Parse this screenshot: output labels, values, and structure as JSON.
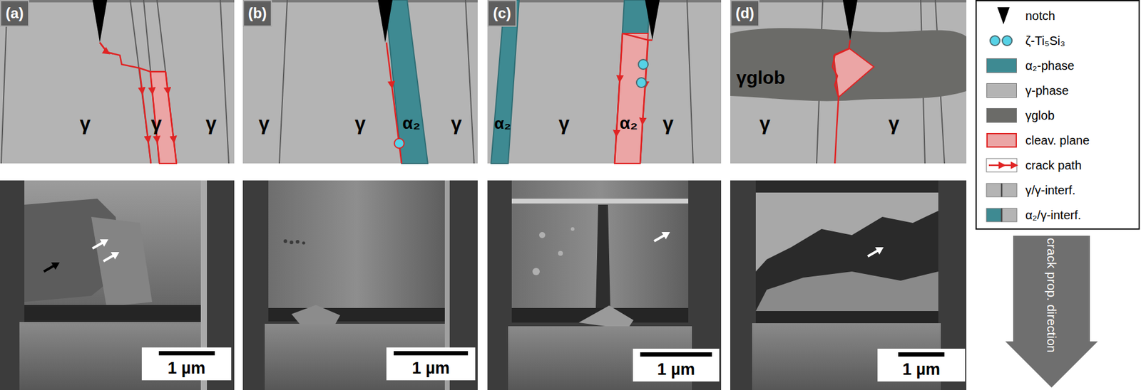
{
  "diagram": {
    "nodes": [
      {
        "text": [
          "(a)"
        ]
      },
      {
        "text": [
          "(b)"
        ]
      },
      {
        "text": [
          "(c)"
        ]
      },
      {
        "text": [
          "(d)"
        ]
      },
      {
        "text": [
          "1 µm"
        ]
      },
      {
        "text": [
          "1 µm"
        ]
      },
      {
        "text": [
          "1 µm"
        ]
      },
      {
        "text": [
          "1 µm"
        ]
      },
      {
        "text": [
          "crack prop. direction"
        ]
      }
    ],
    "labels": [
      "γ",
      "γ",
      "γ",
      "γ",
      "γ",
      "α₂",
      "γ",
      "α₂",
      "γ",
      "α₂",
      "γ",
      "γglob",
      "γ",
      "γ"
    ],
    "legend": [
      {
        "text": "notch"
      },
      {
        "text": "ζ-Ti₅Si₃"
      },
      {
        "text": "α₂-phase",
        "color": "#3e8a92"
      },
      {
        "text": "γ-phase",
        "color": "#b4b4b4"
      },
      {
        "text": "γglob",
        "color": "#6b6b68"
      },
      {
        "text": "cleav. plane",
        "color": "#eba5a5"
      },
      {
        "text": "crack path"
      },
      {
        "text": "γ/γ-interf."
      },
      {
        "text": "α₂/γ-interf."
      }
    ]
  }
}
